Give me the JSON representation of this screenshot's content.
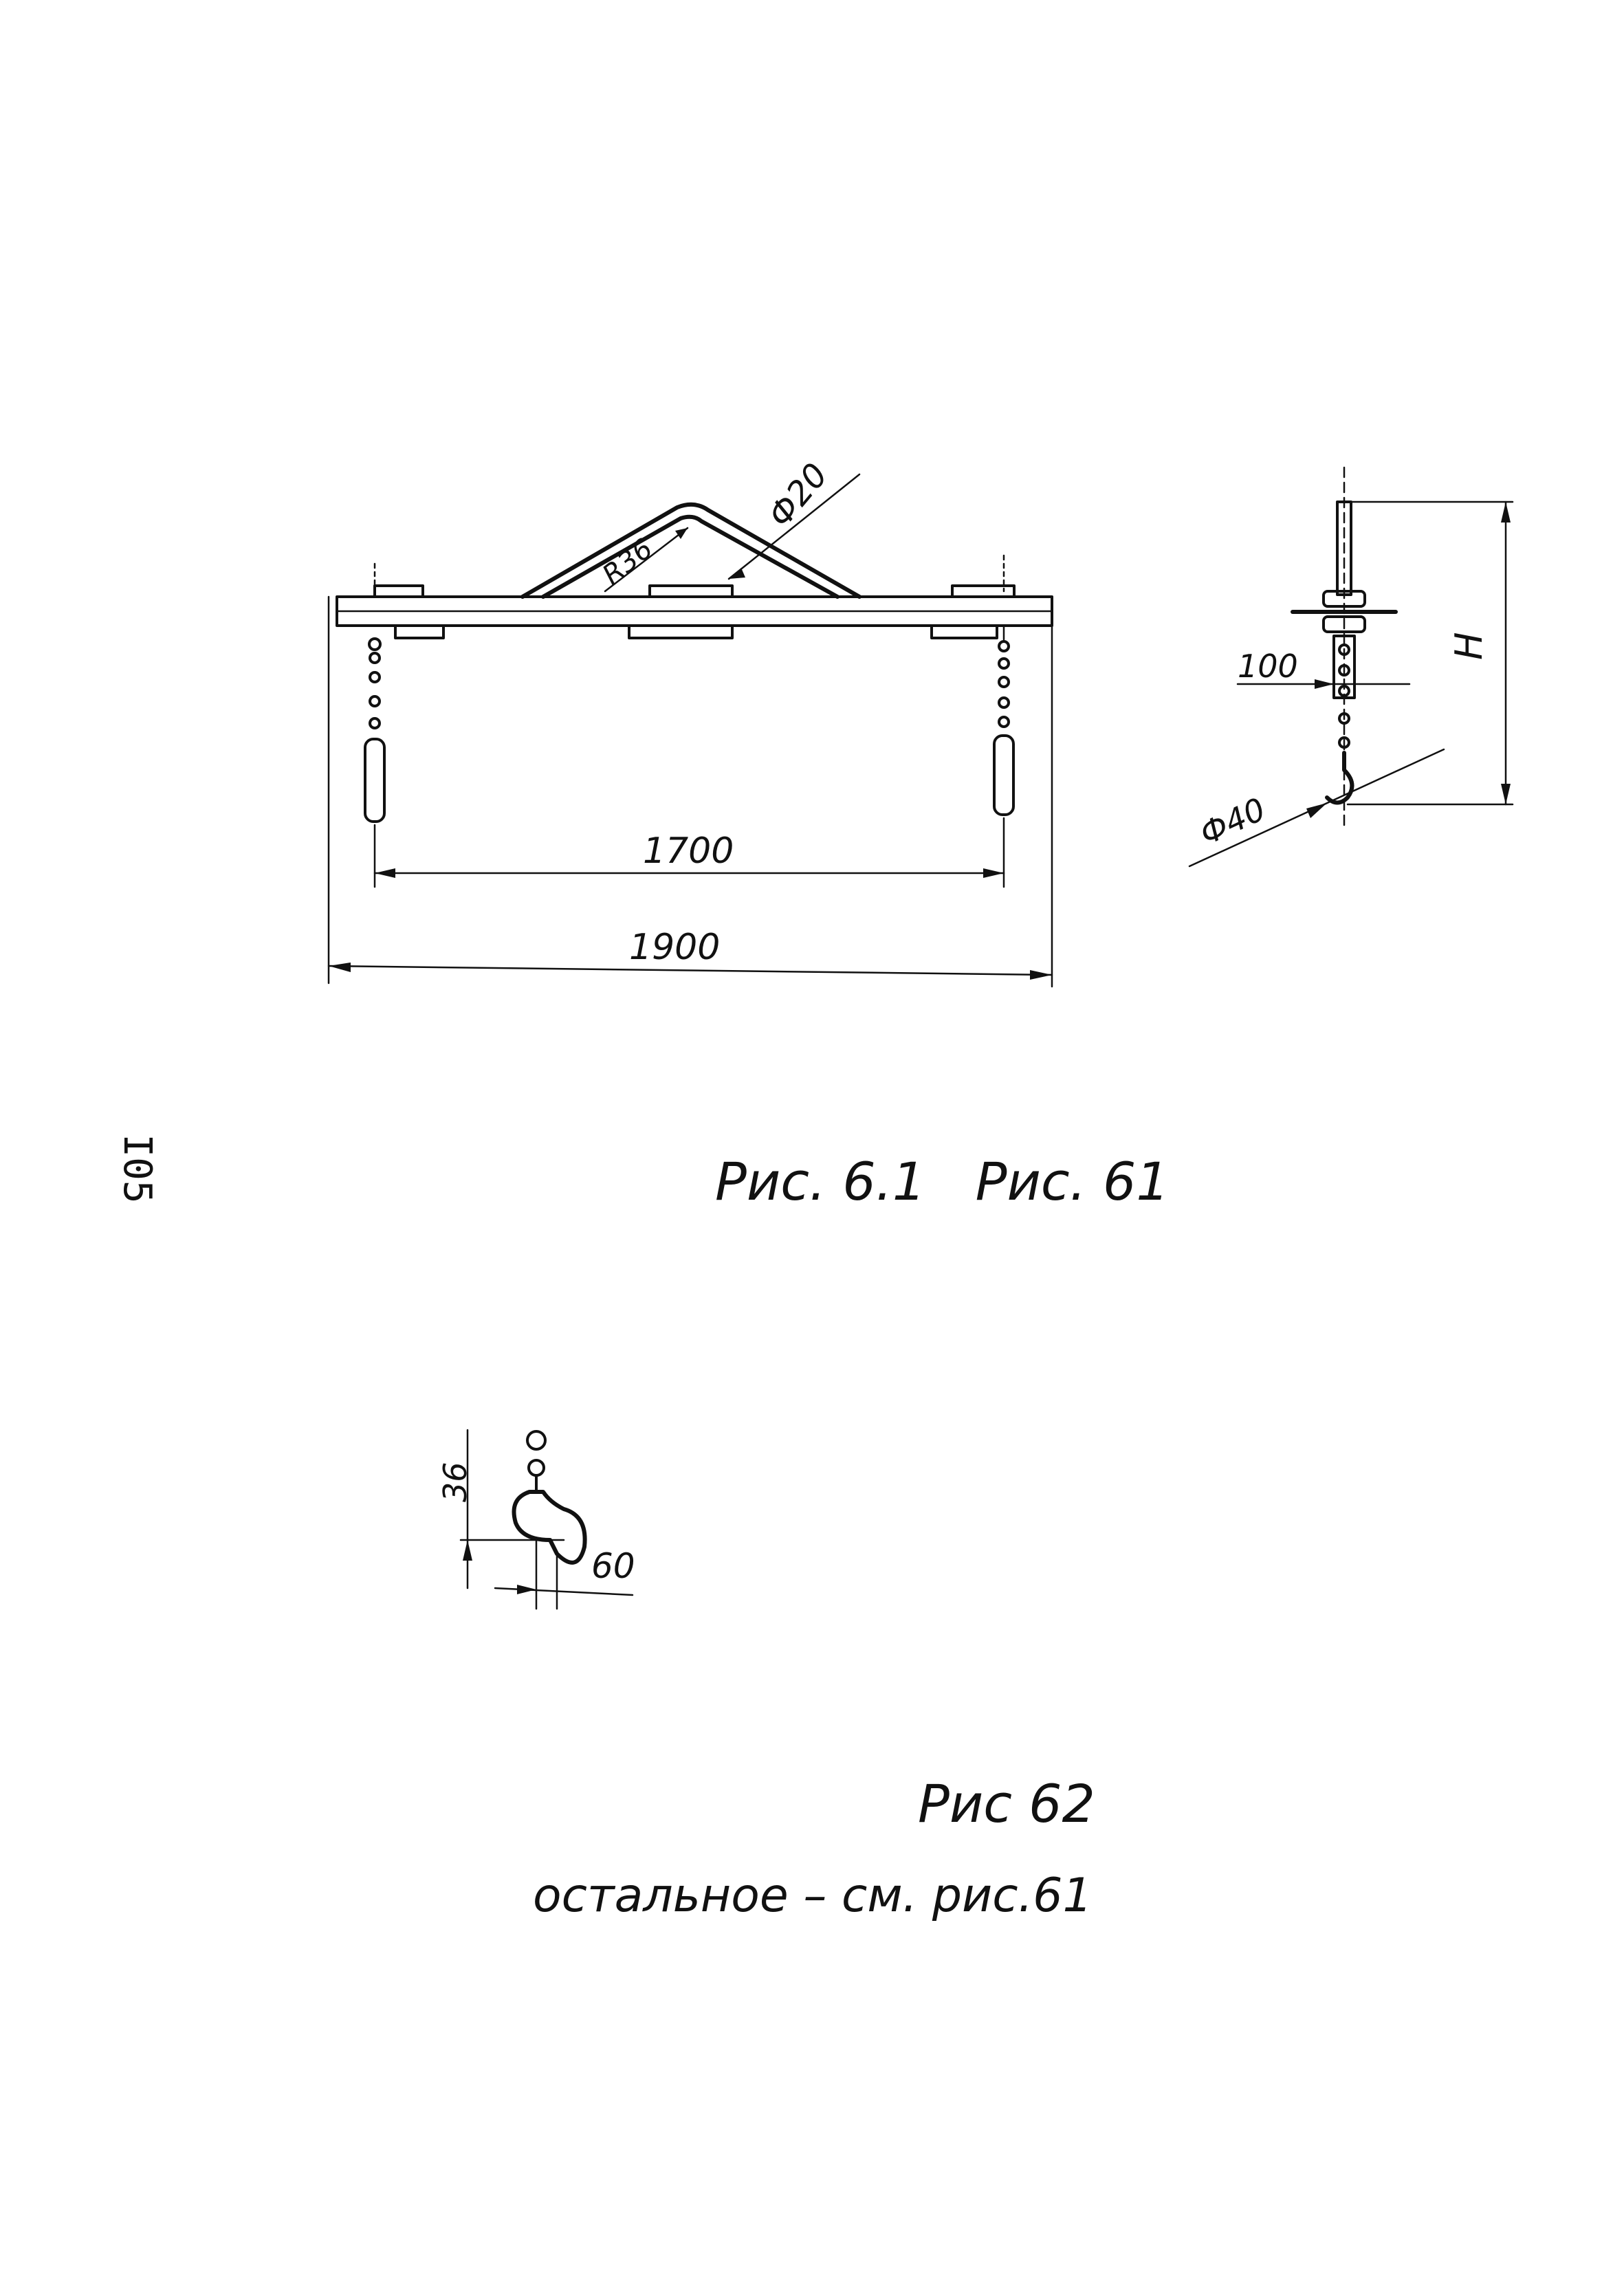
{
  "page_number": "I05",
  "figure_61": {
    "dim_overall_width": "1900",
    "dim_hook_span": "1700",
    "dim_bend_radius": "R36",
    "dim_rod_diameter": "Ф20",
    "caption": "Рис. 6.1   Рис. 61"
  },
  "figure_61_side": {
    "dim_pin_length": "100",
    "dim_hook_diameter": "Ф40",
    "dim_height_label": "H"
  },
  "figure_62": {
    "dim_vertical": "36",
    "dim_horizontal": "60",
    "caption": "Рис 62",
    "note": "остальное – см. рис.61"
  }
}
